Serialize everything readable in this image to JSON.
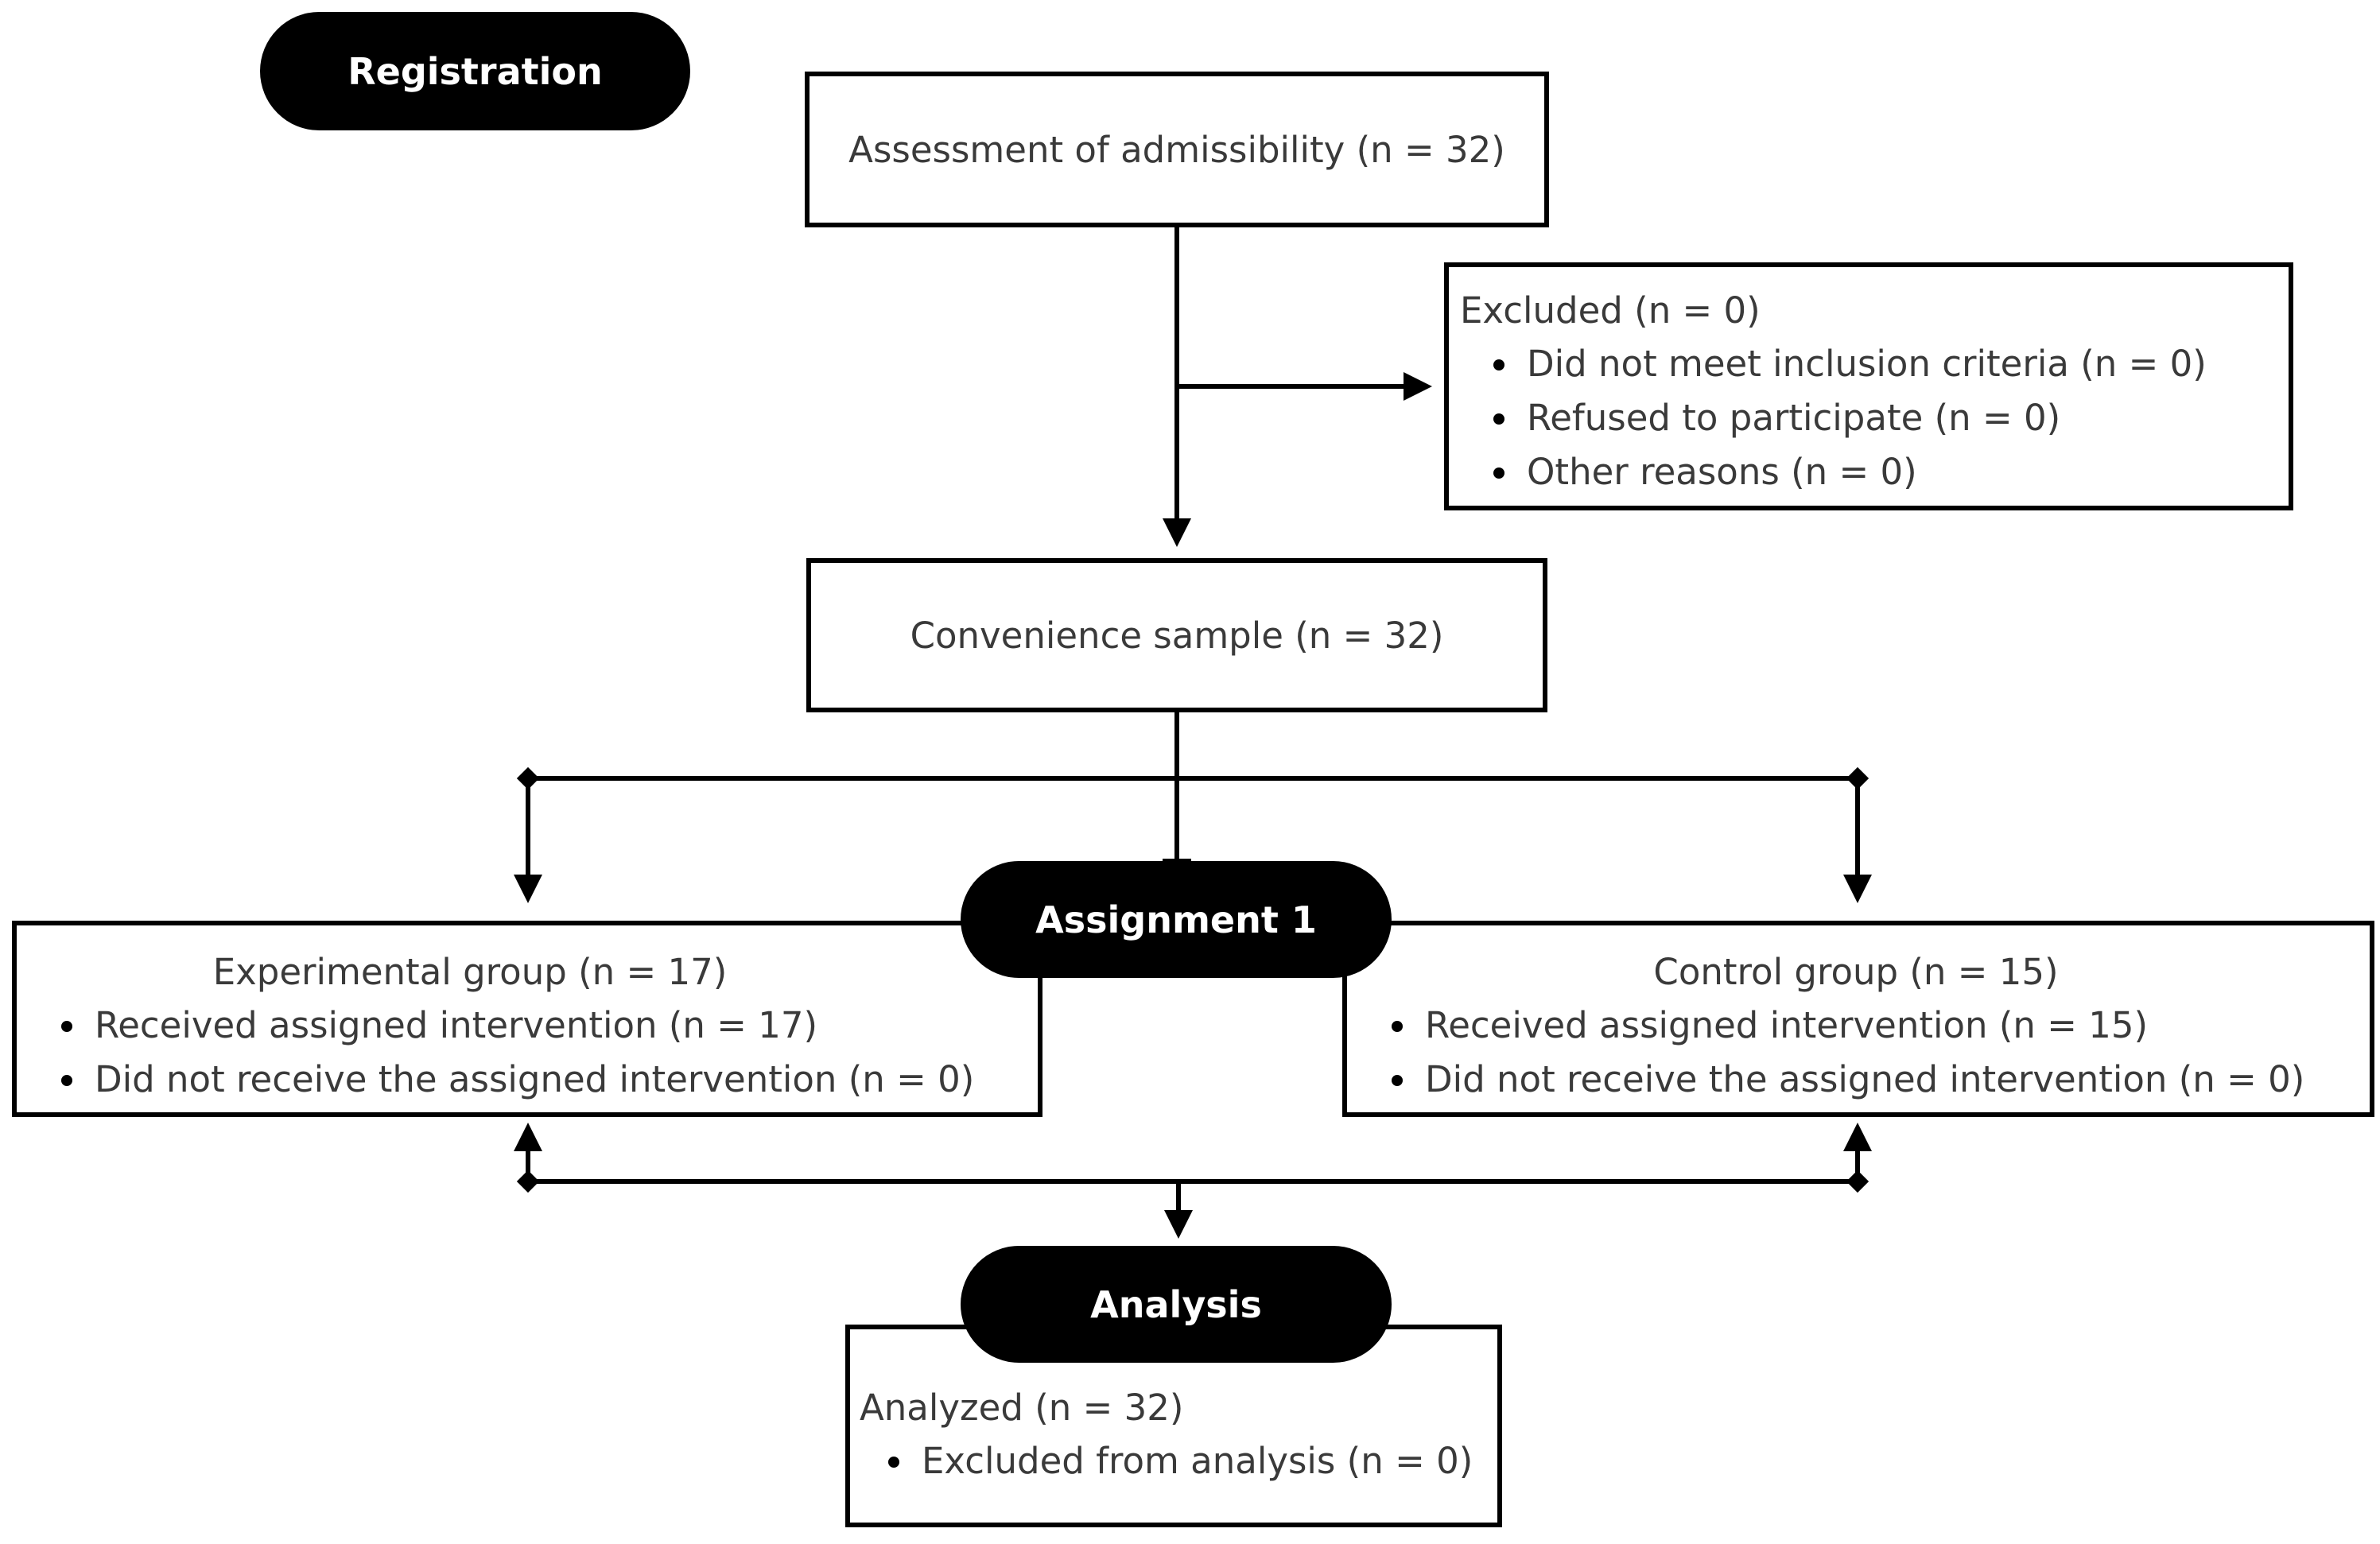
{
  "stages": {
    "registration": "Registration",
    "assignment": "Assignment 1",
    "analysis": "Analysis"
  },
  "assessment": {
    "label": "Assessment of admissibility (n = 32)"
  },
  "excluded": {
    "title": "Excluded (n = 0)",
    "items": [
      "Did not meet inclusion criteria (n = 0)",
      "Refused to participate (n = 0)",
      "Other reasons (n = 0)"
    ]
  },
  "sample": {
    "label": "Convenience sample (n = 32)"
  },
  "experimental": {
    "title": "Experimental group (n = 17)",
    "items": [
      "Received assigned intervention (n = 17)",
      "Did not receive the assigned intervention (n = 0)"
    ]
  },
  "control": {
    "title": "Control group (n = 15)",
    "items": [
      "Received assigned intervention (n = 15)",
      "Did not receive the assigned intervention (n = 0)"
    ]
  },
  "analyzed": {
    "title": "Analyzed (n = 32)",
    "items": [
      "Excluded from analysis (n = 0)"
    ]
  }
}
